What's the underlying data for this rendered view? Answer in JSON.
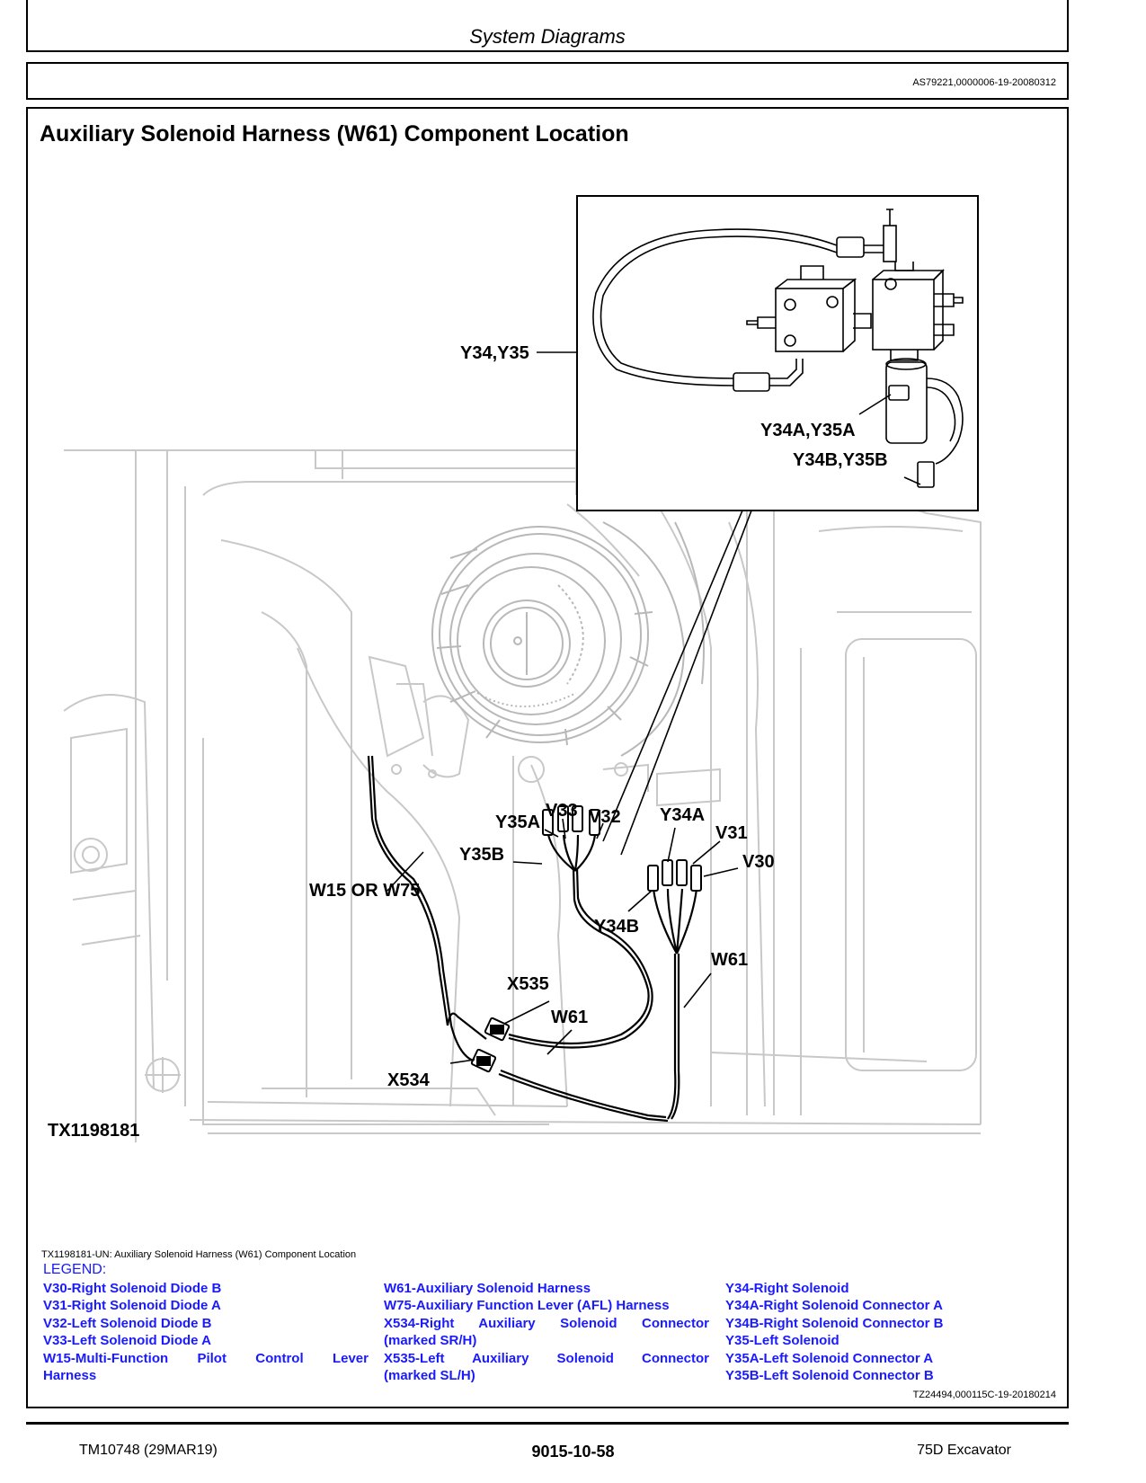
{
  "header": {
    "title": "System Diagrams"
  },
  "ref_top": "AS79221,0000006-19-20080312",
  "page_title": "Auxiliary Solenoid Harness (W61) Component Location",
  "diagram": {
    "labels": {
      "y34_y35": "Y34,Y35",
      "y34a_y35a": "Y34A,Y35A",
      "y34b_y35b": "Y34B,Y35B",
      "y35a": "Y35A",
      "v33": "V33",
      "v32": "V32",
      "y34a": "Y34A",
      "v31": "V31",
      "v30": "V30",
      "y35b": "Y35B",
      "y34b": "Y34B",
      "w15_or_w75": "W15 OR W75",
      "w61_right": "W61",
      "x535": "X535",
      "w61_left": "W61",
      "x534": "X534",
      "figure_id": "TX1198181"
    }
  },
  "caption": "TX1198181-UN: Auxiliary Solenoid Harness (W61) Component Location",
  "legend": {
    "title": "LEGEND:",
    "col1": [
      "V30-Right Solenoid Diode B",
      "V31-Right Solenoid Diode A",
      "V32-Left Solenoid Diode B",
      "V33-Left Solenoid Diode A",
      "W15-Multi-Function Pilot Control Lever",
      "Harness"
    ],
    "col2": [
      "W61-Auxiliary Solenoid Harness",
      "W75-Auxiliary Function Lever (AFL) Harness",
      "X534-Right Auxiliary Solenoid Connector",
      "(marked SR/H)",
      "X535-Left Auxiliary Solenoid Connector",
      "(marked SL/H)"
    ],
    "col3": [
      "Y34-Right Solenoid",
      "Y34A-Right Solenoid Connector A",
      "Y34B-Right Solenoid Connector B",
      "Y35-Left Solenoid",
      "Y35A-Left Solenoid Connector A",
      "Y35B-Left Solenoid Connector B"
    ]
  },
  "ref_bottom": "TZ24494,000115C-19-20180214",
  "footer": {
    "left": "TM10748 (29MAR19)",
    "center": "9015-10-58",
    "right": "75D Excavator"
  }
}
